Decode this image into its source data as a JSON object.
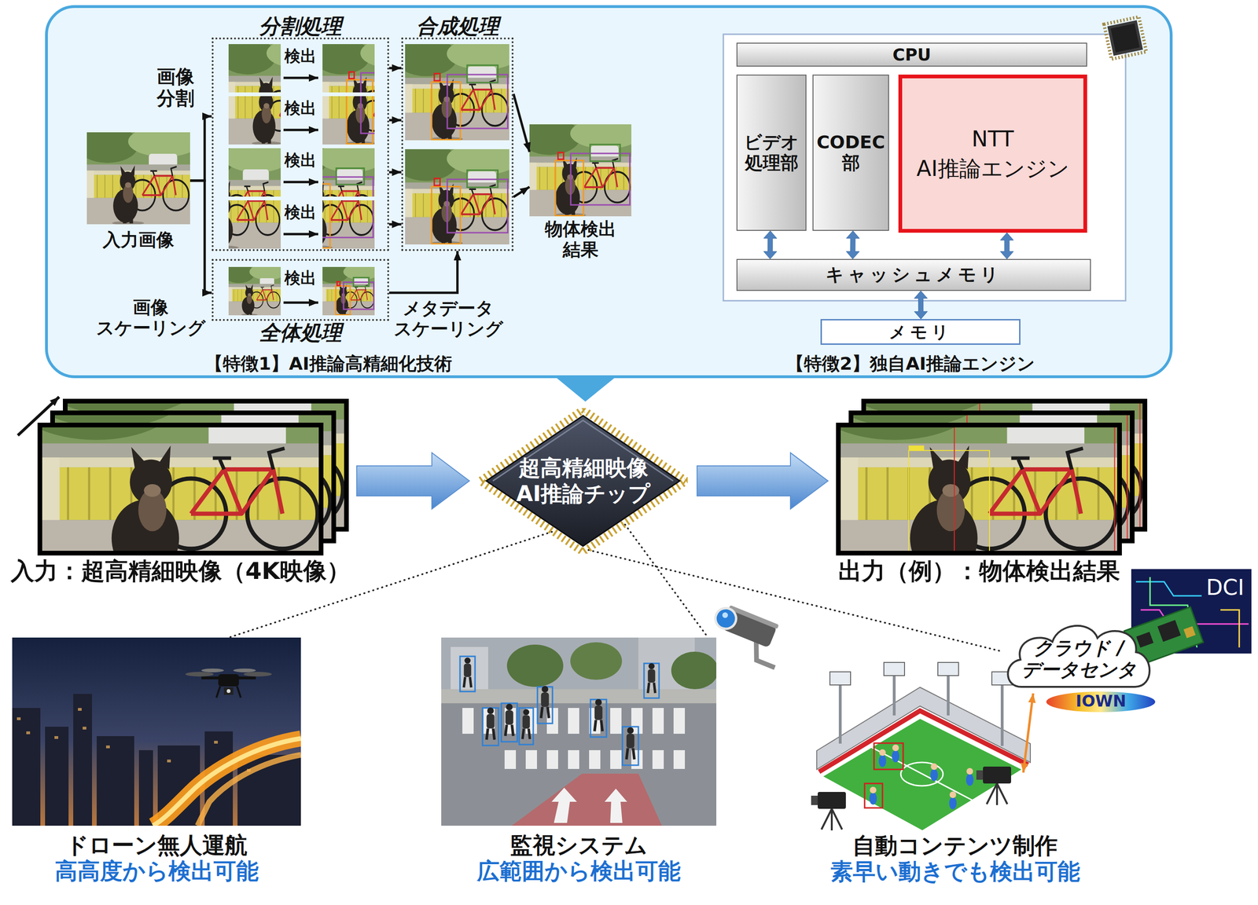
{
  "diagram": {
    "nodes": [
      {
        "text": [
          "入力画像"
        ]
      },
      {
        "text": [
          "分割処理"
        ]
      },
      {
        "text": [
          "合成処理"
        ]
      },
      {
        "text": [
          "全体処理"
        ]
      },
      {
        "text": [
          "物体検出 結果"
        ]
      },
      {
        "text": [
          "CPU"
        ]
      },
      {
        "text": [
          "ビデオ 処理部"
        ]
      },
      {
        "text": [
          "CODEC 部"
        ]
      },
      {
        "text": [
          "NTT AI推論エンジン"
        ]
      },
      {
        "text": [
          "キャッシュメモリ"
        ]
      },
      {
        "text": [
          "メモリ"
        ]
      },
      {
        "text": [
          "入力：超高精細映像（4K映像）"
        ]
      },
      {
        "text": [
          "超高精細映像 AI推論チップ"
        ]
      },
      {
        "text": [
          "出力（例）：物体検出結果"
        ]
      },
      {
        "text": [
          "クラウド /データセンタ"
        ]
      },
      {
        "text": [
          "ドローン無人運航",
          "高高度から検出可能"
        ]
      },
      {
        "text": [
          "監視システム",
          "広範囲から検出可能"
        ]
      },
      {
        "text": [
          "自動コンテンツ制作",
          "素早い動きでも検出可能"
        ]
      }
    ],
    "edges": [
      {
        "from": 0,
        "to": 1,
        "arrow": "to"
      },
      {
        "from": 0,
        "to": 3,
        "arrow": "to"
      },
      {
        "from": 1,
        "to": 2,
        "arrow": "to"
      },
      {
        "from": 1,
        "to": 2,
        "arrow": "to"
      },
      {
        "from": 1,
        "to": 2,
        "arrow": "to"
      },
      {
        "from": 1,
        "to": 2,
        "arrow": "to"
      },
      {
        "from": 3,
        "to": 2,
        "arrow": "to",
        "label": "メタデータ スケーリング"
      },
      {
        "from": 2,
        "to": 4,
        "arrow": "to"
      },
      {
        "from": 2,
        "to": 4,
        "arrow": "to"
      },
      {
        "from": 6,
        "to": 9,
        "arrow": "both"
      },
      {
        "from": 7,
        "to": 9,
        "arrow": "both"
      },
      {
        "from": 8,
        "to": 9,
        "arrow": "both"
      },
      {
        "from": 9,
        "to": 10,
        "arrow": "both"
      },
      {
        "from": 11,
        "to": 12,
        "arrow": "to"
      },
      {
        "from": 12,
        "to": 13,
        "arrow": "to"
      },
      {
        "from": 12,
        "to": 15,
        "arrow": "none"
      },
      {
        "from": 12,
        "to": 16,
        "arrow": "none"
      },
      {
        "from": 12,
        "to": 14,
        "arrow": "none"
      },
      {
        "from": 14,
        "to": 17,
        "arrow": "both"
      }
    ],
    "labels": [
      "画像 分割",
      "検出",
      "検出",
      "検出",
      "検出",
      "画像 スケーリング",
      "検出",
      "【特徴1】AI推論高精細化技術",
      "【特徴2】独自AI推論エンジン",
      "DCI",
      "IOWN"
    ]
  }
}
